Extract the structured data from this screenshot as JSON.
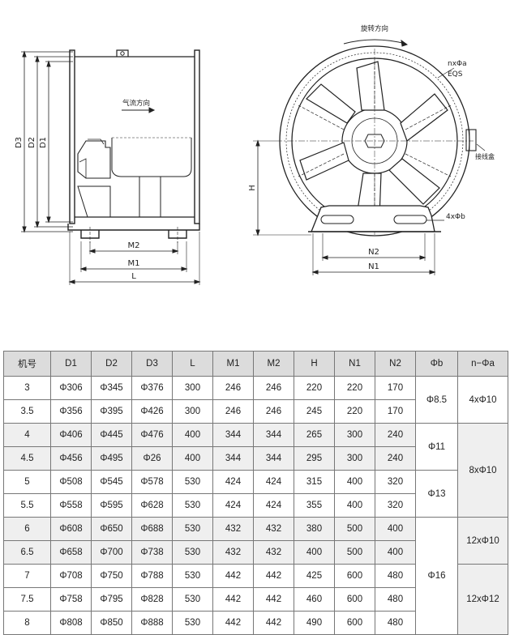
{
  "drawing": {
    "side_labels": {
      "airflow": "气流方向",
      "d3": "D3",
      "d2": "D2",
      "d1": "D1",
      "m2": "M2",
      "m1": "M1",
      "l": "L"
    },
    "front_labels": {
      "rotation": "旋转方向",
      "bolt_holes": "nxΦa",
      "eqs": "EQS",
      "junction_box": "接线盒",
      "h": "H",
      "base_holes": "4xΦb",
      "n2": "N2",
      "n1": "N1"
    }
  },
  "table": {
    "headers": [
      "机号",
      "D1",
      "D2",
      "D3",
      "L",
      "M1",
      "M2",
      "H",
      "N1",
      "N2",
      "Φb",
      "n−Φa"
    ],
    "rows": [
      [
        "3",
        "Φ306",
        "Φ345",
        "Φ376",
        "300",
        "246",
        "246",
        "220",
        "220",
        "170"
      ],
      [
        "3.5",
        "Φ356",
        "Φ395",
        "Φ426",
        "300",
        "246",
        "246",
        "245",
        "220",
        "170"
      ],
      [
        "4",
        "Φ406",
        "Φ445",
        "Φ476",
        "400",
        "344",
        "344",
        "265",
        "300",
        "240"
      ],
      [
        "4.5",
        "Φ456",
        "Φ495",
        "Φ26",
        "400",
        "344",
        "344",
        "295",
        "300",
        "240"
      ],
      [
        "5",
        "Φ508",
        "Φ545",
        "Φ578",
        "530",
        "424",
        "424",
        "315",
        "400",
        "320"
      ],
      [
        "5.5",
        "Φ558",
        "Φ595",
        "Φ628",
        "530",
        "424",
        "424",
        "355",
        "400",
        "320"
      ],
      [
        "6",
        "Φ608",
        "Φ650",
        "Φ688",
        "530",
        "432",
        "432",
        "380",
        "500",
        "400"
      ],
      [
        "6.5",
        "Φ658",
        "Φ700",
        "Φ738",
        "530",
        "432",
        "432",
        "400",
        "500",
        "400"
      ],
      [
        "7",
        "Φ708",
        "Φ750",
        "Φ788",
        "530",
        "442",
        "442",
        "425",
        "600",
        "480"
      ],
      [
        "7.5",
        "Φ758",
        "Φ795",
        "Φ828",
        "530",
        "442",
        "442",
        "460",
        "600",
        "480"
      ],
      [
        "8",
        "Φ808",
        "Φ850",
        "Φ888",
        "530",
        "442",
        "442",
        "490",
        "600",
        "480"
      ]
    ],
    "phi_b": [
      "Φ8.5",
      "Φ11",
      "Φ13",
      "Φ16"
    ],
    "n_phi_a": [
      "4xΦ10",
      "8xΦ10",
      "12xΦ10",
      "12xΦ12"
    ]
  }
}
